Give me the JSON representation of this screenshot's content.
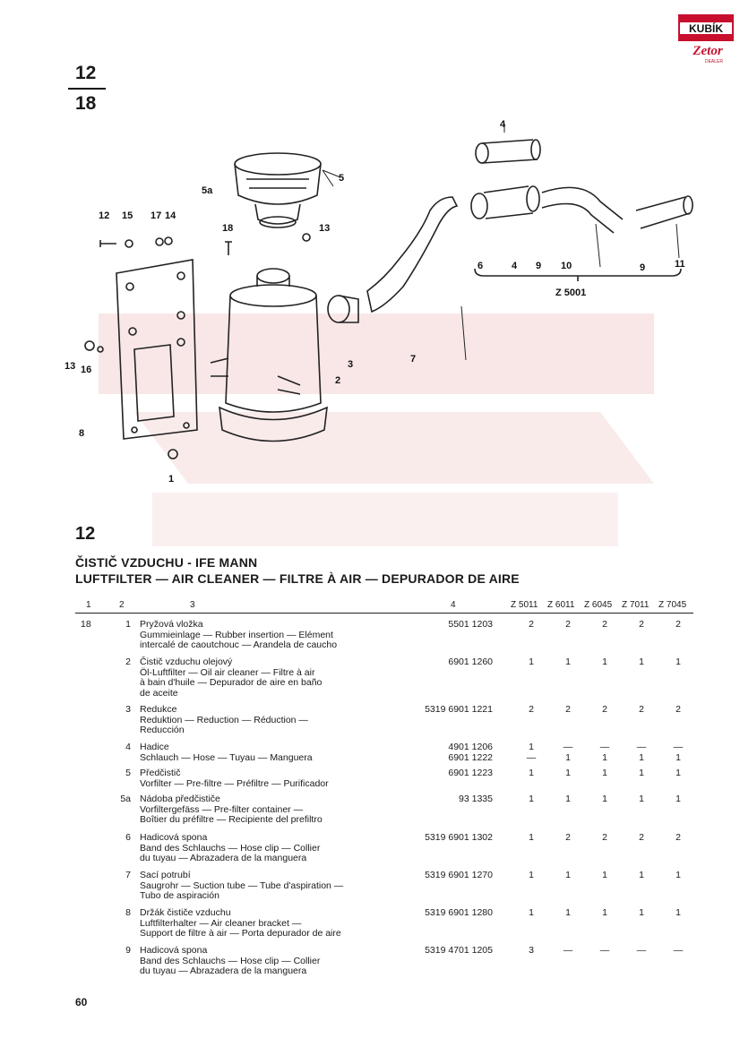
{
  "header": {
    "fig_top": "12",
    "fig_bottom": "18"
  },
  "logo": {
    "brand": "KUBÍK",
    "make": "Zetor",
    "tag": "DEALER"
  },
  "callouts": {
    "c4top": "4",
    "c5a": "5a",
    "c5": "5",
    "c12": "12",
    "c15": "15",
    "c17": "17",
    "c14": "14",
    "c18": "18",
    "c13a": "13",
    "c13b": "13",
    "c16": "16",
    "c8": "8",
    "c1": "1",
    "c2": "2",
    "c3": "3",
    "c7": "7",
    "c6": "6",
    "c4": "4",
    "c9a": "9",
    "c10": "10",
    "c9b": "9",
    "c11": "11",
    "z5001": "Z 5001"
  },
  "section": {
    "number": "12",
    "title_cz": "ČISTIČ VZDUCHU - IFE MANN",
    "title_multi": "LUFTFILTER — AIR CLEANER — FILTRE À AIR — DEPURADOR DE AIRE"
  },
  "columns": {
    "c1": "1",
    "c2": "2",
    "c3": "3",
    "c4": "4",
    "models": [
      "Z 5011",
      "Z 6011",
      "Z 6045",
      "Z 7011",
      "Z 7045"
    ]
  },
  "parts": [
    {
      "fig": "18",
      "pos": "1",
      "desc": [
        "Pryžová vložka",
        "Gummieinlage — Rubber insertion — Elément",
        "intercalé de caoutchouc — Arandela de caucho"
      ],
      "nums": [
        "5501 1203"
      ],
      "qty": [
        [
          "2"
        ],
        [
          "2"
        ],
        [
          "2"
        ],
        [
          "2"
        ],
        [
          "2"
        ]
      ]
    },
    {
      "fig": "",
      "pos": "2",
      "desc": [
        "Čistič vzduchu olejový",
        "Öl-Luftfilter — Oil air cleaner — Filtre à air",
        "à bain d'huile — Depurador de aire en baño",
        "de aceite"
      ],
      "nums": [
        "6901 1260"
      ],
      "qty": [
        [
          "1"
        ],
        [
          "1"
        ],
        [
          "1"
        ],
        [
          "1"
        ],
        [
          "1"
        ]
      ]
    },
    {
      "fig": "",
      "pos": "3",
      "desc": [
        "Redukce",
        "Reduktion — Reduction — Réduction —",
        "Reducción"
      ],
      "nums": [
        "5319 6901 1221"
      ],
      "qty": [
        [
          "2"
        ],
        [
          "2"
        ],
        [
          "2"
        ],
        [
          "2"
        ],
        [
          "2"
        ]
      ]
    },
    {
      "fig": "",
      "pos": "4",
      "desc": [
        "Hadice",
        "Schlauch — Hose — Tuyau — Manguera"
      ],
      "nums": [
        "4901 1206",
        "6901 1222"
      ],
      "qty": [
        [
          "1",
          "—"
        ],
        [
          "—",
          "1"
        ],
        [
          "—",
          "1"
        ],
        [
          "—",
          "1"
        ],
        [
          "—",
          "1"
        ]
      ]
    },
    {
      "fig": "",
      "pos": "5",
      "desc": [
        "Předčistič",
        "Vorfilter — Pre-filtre — Préfiltre — Purificador"
      ],
      "nums": [
        "6901 1223"
      ],
      "qty": [
        [
          "1"
        ],
        [
          "1"
        ],
        [
          "1"
        ],
        [
          "1"
        ],
        [
          "1"
        ]
      ]
    },
    {
      "fig": "",
      "pos": "5a",
      "desc": [
        "Nádoba předčističe",
        "Vorfiltergefäss — Pre-filter container —",
        "Boîtier du préfiltre — Recipiente del prefiltro"
      ],
      "nums": [
        "93 1335"
      ],
      "qty": [
        [
          "1"
        ],
        [
          "1"
        ],
        [
          "1"
        ],
        [
          "1"
        ],
        [
          "1"
        ]
      ]
    },
    {
      "fig": "",
      "pos": "6",
      "desc": [
        "Hadicová spona",
        "Band des Schlauchs — Hose clip — Collier",
        "du tuyau — Abrazadera de la manguera"
      ],
      "nums": [
        "5319 6901 1302"
      ],
      "qty": [
        [
          "1"
        ],
        [
          "2"
        ],
        [
          "2"
        ],
        [
          "2"
        ],
        [
          "2"
        ]
      ]
    },
    {
      "fig": "",
      "pos": "7",
      "desc": [
        "Sací potrubí",
        "Saugrohr — Suction tube — Tube d'aspiration —",
        "Tubo de aspiración"
      ],
      "nums": [
        "5319 6901 1270"
      ],
      "qty": [
        [
          "1"
        ],
        [
          "1"
        ],
        [
          "1"
        ],
        [
          "1"
        ],
        [
          "1"
        ]
      ]
    },
    {
      "fig": "",
      "pos": "8",
      "desc": [
        "Držák čističe vzduchu",
        "Luftfilterhalter — Air cleaner bracket —",
        "Support de filtre à air — Porta depurador de aire"
      ],
      "nums": [
        "5319 6901 1280"
      ],
      "qty": [
        [
          "1"
        ],
        [
          "1"
        ],
        [
          "1"
        ],
        [
          "1"
        ],
        [
          "1"
        ]
      ]
    },
    {
      "fig": "",
      "pos": "9",
      "desc": [
        "Hadicová spona",
        "Band des Schlauchs — Hose clip — Collier",
        "du tuyau — Abrazadera de la manguera"
      ],
      "nums": [
        "5319 4701 1205"
      ],
      "qty": [
        [
          "3"
        ],
        [
          "—"
        ],
        [
          "—"
        ],
        [
          "—"
        ],
        [
          "—"
        ]
      ]
    }
  ],
  "footer": {
    "page": "60"
  },
  "colors": {
    "watermark": "#f3c9c9",
    "logo_red": "#c8102e",
    "ink": "#1a1a1a"
  }
}
